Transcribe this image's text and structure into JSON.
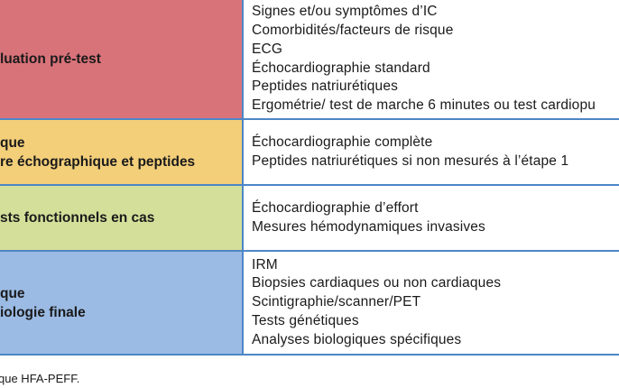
{
  "table": {
    "rows": [
      {
        "color": "#d9737a",
        "label_lines": [
          "luation pré-test"
        ],
        "items": [
          "Signes et/ou symptômes d’IC",
          "Comorbidités/facteurs de risque",
          "ECG",
          "Échocardiographie standard",
          "Peptides natriurétiques",
          "Ergométrie/ test de marche 6 minutes ou test cardiopu"
        ]
      },
      {
        "color": "#f3cf7a",
        "label_lines": [
          "que",
          "re échographique et peptides"
        ],
        "items": [
          "Échocardiographie complète",
          "Peptides natriurétiques si non mesurés à l’étape 1"
        ]
      },
      {
        "color": "#d4df9a",
        "label_lines": [
          "sts fonctionnels en cas"
        ],
        "items": [
          "Échocardiographie d’effort",
          "Mesures hémodynamiques invasives"
        ]
      },
      {
        "color": "#9bbbe4",
        "label_lines": [
          "que",
          "iologie finale"
        ],
        "items": [
          "IRM",
          "Biopsies cardiaques ou non cardiaques",
          "Scintigraphie/scanner/PET",
          "Tests génétiques",
          "Analyses biologiques spécifiques"
        ]
      }
    ]
  },
  "caption": "stique HFA-PEFF."
}
